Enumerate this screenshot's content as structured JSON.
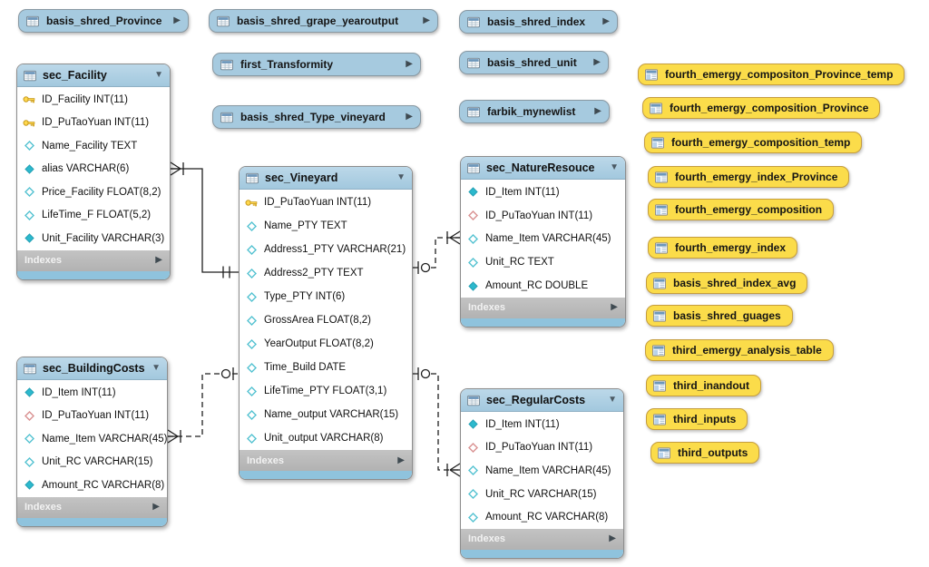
{
  "diagram": {
    "kind": "EER database schema diagram",
    "colors": {
      "table_fill": "#a6cadf",
      "table_header": "#a9cbe0",
      "view_fill": "#fbdc4a",
      "indexes_bar": "#b9b9b9",
      "footer_strip": "#8fc3dd",
      "pk_icon": "#ffd84d",
      "column_icon": "#4fc0d1",
      "fk_icon": "#d99090",
      "line": "#1e1e1e"
    },
    "icons": {
      "table": "table-icon",
      "view": "view-icon",
      "expand": "▶",
      "collapse": "▼",
      "primary_key": "key-icon",
      "column_hollow": "diamond-outline-icon",
      "column_filled": "diamond-filled-icon",
      "column_fk": "diamond-red-outline-icon"
    }
  },
  "collapsed_tables": [
    {
      "name": "basis_shred_Province"
    },
    {
      "name": "basis_shred_grape_yearoutput"
    },
    {
      "name": "basis_shred_index"
    },
    {
      "name": "first_Transformity"
    },
    {
      "name": "basis_shred_unit"
    },
    {
      "name": "basis_shred_Type_vineyard"
    },
    {
      "name": "farbik_mynewlist"
    }
  ],
  "tables": [
    {
      "name": "sec_Facility",
      "footer": "Indexes",
      "columns": [
        {
          "icon": "key",
          "text": "ID_Facility INT(11)"
        },
        {
          "icon": "key",
          "text": "ID_PuTaoYuan INT(11)"
        },
        {
          "icon": "hollow",
          "text": "Name_Facility TEXT"
        },
        {
          "icon": "filled",
          "text": "alias VARCHAR(6)"
        },
        {
          "icon": "hollow",
          "text": "Price_Facility FLOAT(8,2)"
        },
        {
          "icon": "hollow",
          "text": "LifeTime_F FLOAT(5,2)"
        },
        {
          "icon": "filled",
          "text": "Unit_Facility VARCHAR(3)"
        }
      ]
    },
    {
      "name": "sec_Vineyard",
      "footer": "Indexes",
      "columns": [
        {
          "icon": "key",
          "text": "ID_PuTaoYuan INT(11)"
        },
        {
          "icon": "hollow",
          "text": "Name_PTY TEXT"
        },
        {
          "icon": "hollow",
          "text": "Address1_PTY VARCHAR(21)"
        },
        {
          "icon": "hollow",
          "text": "Address2_PTY TEXT"
        },
        {
          "icon": "hollow",
          "text": "Type_PTY INT(6)"
        },
        {
          "icon": "hollow",
          "text": "GrossArea FLOAT(8,2)"
        },
        {
          "icon": "hollow",
          "text": "YearOutput FLOAT(8,2)"
        },
        {
          "icon": "hollow",
          "text": "Time_Build DATE"
        },
        {
          "icon": "hollow",
          "text": "LifeTime_PTY FLOAT(3,1)"
        },
        {
          "icon": "hollow",
          "text": "Name_output VARCHAR(15)"
        },
        {
          "icon": "hollow",
          "text": "Unit_output VARCHAR(8)"
        }
      ]
    },
    {
      "name": "sec_NatureResouce",
      "footer": "Indexes",
      "columns": [
        {
          "icon": "filled",
          "text": "ID_Item INT(11)"
        },
        {
          "icon": "fk",
          "text": "ID_PuTaoYuan INT(11)"
        },
        {
          "icon": "hollow",
          "text": "Name_Item VARCHAR(45)"
        },
        {
          "icon": "hollow",
          "text": "Unit_RC TEXT"
        },
        {
          "icon": "filled",
          "text": "Amount_RC DOUBLE"
        }
      ]
    },
    {
      "name": "sec_BuildingCosts",
      "footer": "Indexes",
      "columns": [
        {
          "icon": "filled",
          "text": "ID_Item INT(11)"
        },
        {
          "icon": "fk",
          "text": "ID_PuTaoYuan INT(11)"
        },
        {
          "icon": "hollow",
          "text": "Name_Item VARCHAR(45)"
        },
        {
          "icon": "hollow",
          "text": "Unit_RC VARCHAR(15)"
        },
        {
          "icon": "filled",
          "text": "Amount_RC VARCHAR(8)"
        }
      ]
    },
    {
      "name": "sec_RegularCosts",
      "footer": "Indexes",
      "columns": [
        {
          "icon": "filled",
          "text": "ID_Item INT(11)"
        },
        {
          "icon": "fk",
          "text": "ID_PuTaoYuan INT(11)"
        },
        {
          "icon": "hollow",
          "text": "Name_Item VARCHAR(45)"
        },
        {
          "icon": "hollow",
          "text": "Unit_RC VARCHAR(15)"
        },
        {
          "icon": "hollow",
          "text": "Amount_RC VARCHAR(8)"
        }
      ]
    }
  ],
  "views": [
    {
      "name": "fourth_emergy_compositon_Province_temp"
    },
    {
      "name": "fourth_emergy_composition_Province"
    },
    {
      "name": "fourth_emergy_composition_temp"
    },
    {
      "name": "fourth_emergy_index_Province"
    },
    {
      "name": "fourth_emergy_composition"
    },
    {
      "name": "fourth_emergy_index"
    },
    {
      "name": "basis_shred_index_avg"
    },
    {
      "name": "basis_shred_guages"
    },
    {
      "name": "third_emergy_analysis_table"
    },
    {
      "name": "third_inandout"
    },
    {
      "name": "third_inputs"
    },
    {
      "name": "third_outputs"
    }
  ],
  "relationships": [
    {
      "from": "sec_Facility",
      "to": "sec_Vineyard",
      "style": "solid",
      "from_end": "many-mandatory",
      "to_end": "one"
    },
    {
      "from": "sec_BuildingCosts",
      "to": "sec_Vineyard",
      "style": "dashed",
      "from_end": "many-mandatory",
      "to_end": "zero-or-one"
    },
    {
      "from": "sec_NatureResouce",
      "to": "sec_Vineyard",
      "style": "dashed",
      "from_end": "many-mandatory",
      "to_end": "zero-or-one"
    },
    {
      "from": "sec_RegularCosts",
      "to": "sec_Vineyard",
      "style": "dashed",
      "from_end": "many-mandatory",
      "to_end": "zero-or-one"
    }
  ]
}
